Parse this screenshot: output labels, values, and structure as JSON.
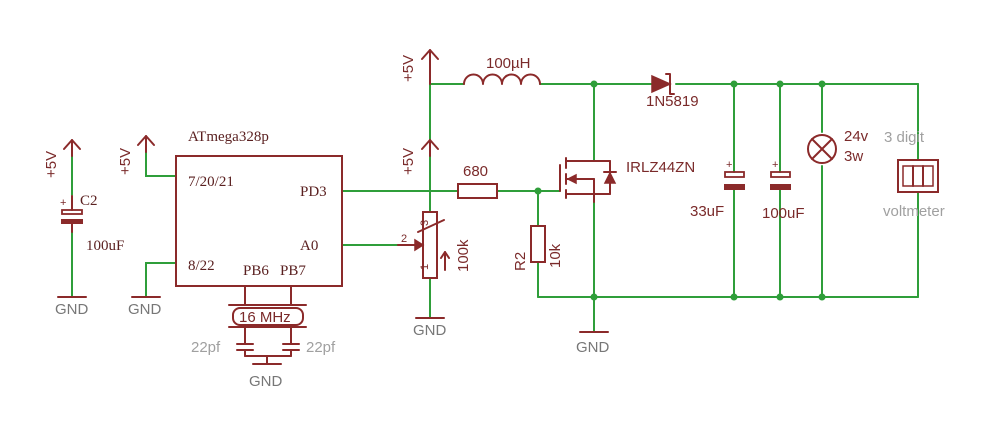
{
  "mcu": {
    "name": "ATmega328p",
    "pin_vcc": "7/20/21",
    "pin_gnd": "8/22",
    "pin_pd3": "PD3",
    "pin_a0": "A0",
    "pin_pb6": "PB6",
    "pin_pb7": "PB7"
  },
  "supply": {
    "label": "+5V"
  },
  "ground": {
    "label": "GND"
  },
  "c2": {
    "name": "C2",
    "value": "100uF"
  },
  "crystal": {
    "value": "16 MHz",
    "cap": "22pf"
  },
  "inductor": {
    "value": "100µH"
  },
  "diode": {
    "name": "1N5819"
  },
  "mosfet": {
    "name": "IRLZ44ZN"
  },
  "gate_resistor": {
    "value": "680"
  },
  "pot": {
    "value": "100k",
    "pin1": "1",
    "pin2": "2",
    "pin3": "3"
  },
  "r2": {
    "name": "R2",
    "value": "10k"
  },
  "cap_33": {
    "value": "33uF"
  },
  "cap_100": {
    "value": "100uF"
  },
  "lamp": {
    "voltage": "24v",
    "power": "3w"
  },
  "voltmeter": {
    "title": "3 digit",
    "label": "voltmeter"
  }
}
